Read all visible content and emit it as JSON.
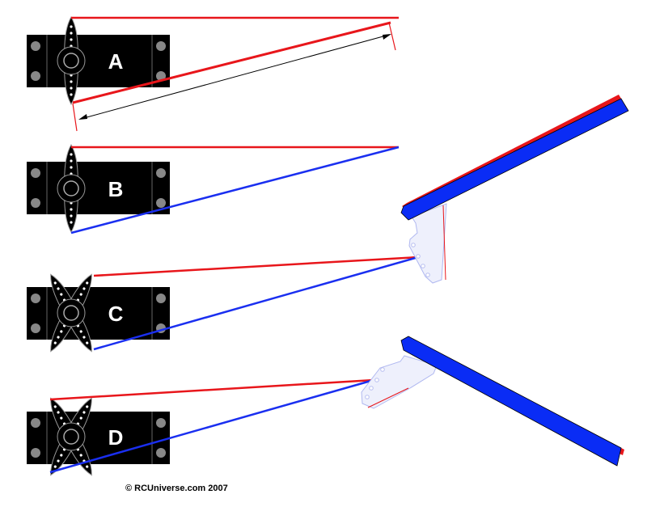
{
  "diagram": {
    "servos": [
      {
        "label": "A",
        "horn": "single-arm"
      },
      {
        "label": "B",
        "horn": "single-arm"
      },
      {
        "label": "C",
        "horn": "cross-arm"
      },
      {
        "label": "D",
        "horn": "cross-arm"
      }
    ],
    "copyright": "© RCUniverse.com 2007",
    "colors": {
      "pull": "#e8161b",
      "push": "#1a2ff0",
      "servo": "#000000",
      "surface": "#0a2cf5",
      "horn": "#eef0fc"
    }
  }
}
